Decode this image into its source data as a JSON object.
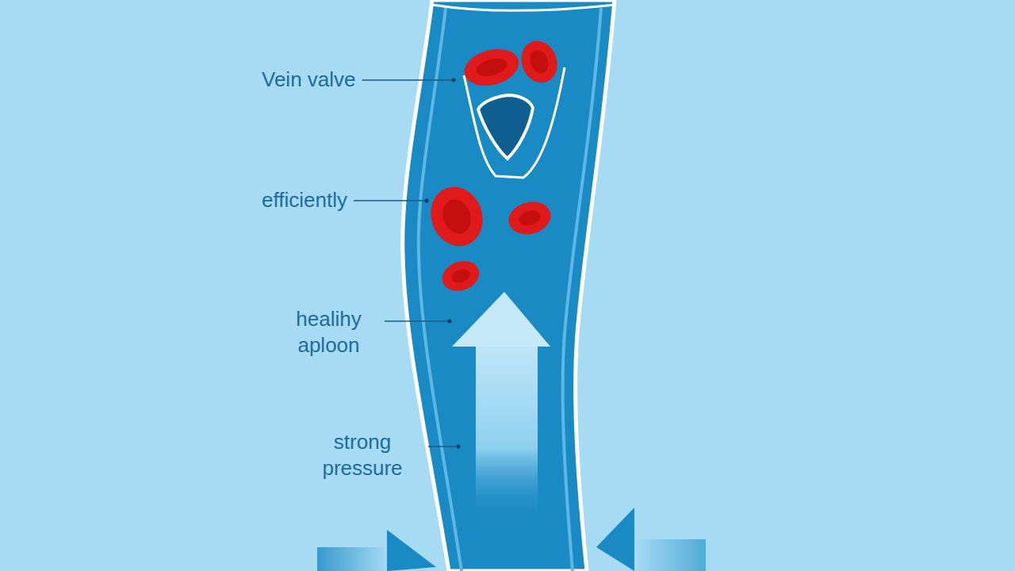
{
  "diagram": {
    "labels": [
      "Vein valve",
      "efficiently",
      "healihy aploon",
      "strong pressure"
    ]
  }
}
